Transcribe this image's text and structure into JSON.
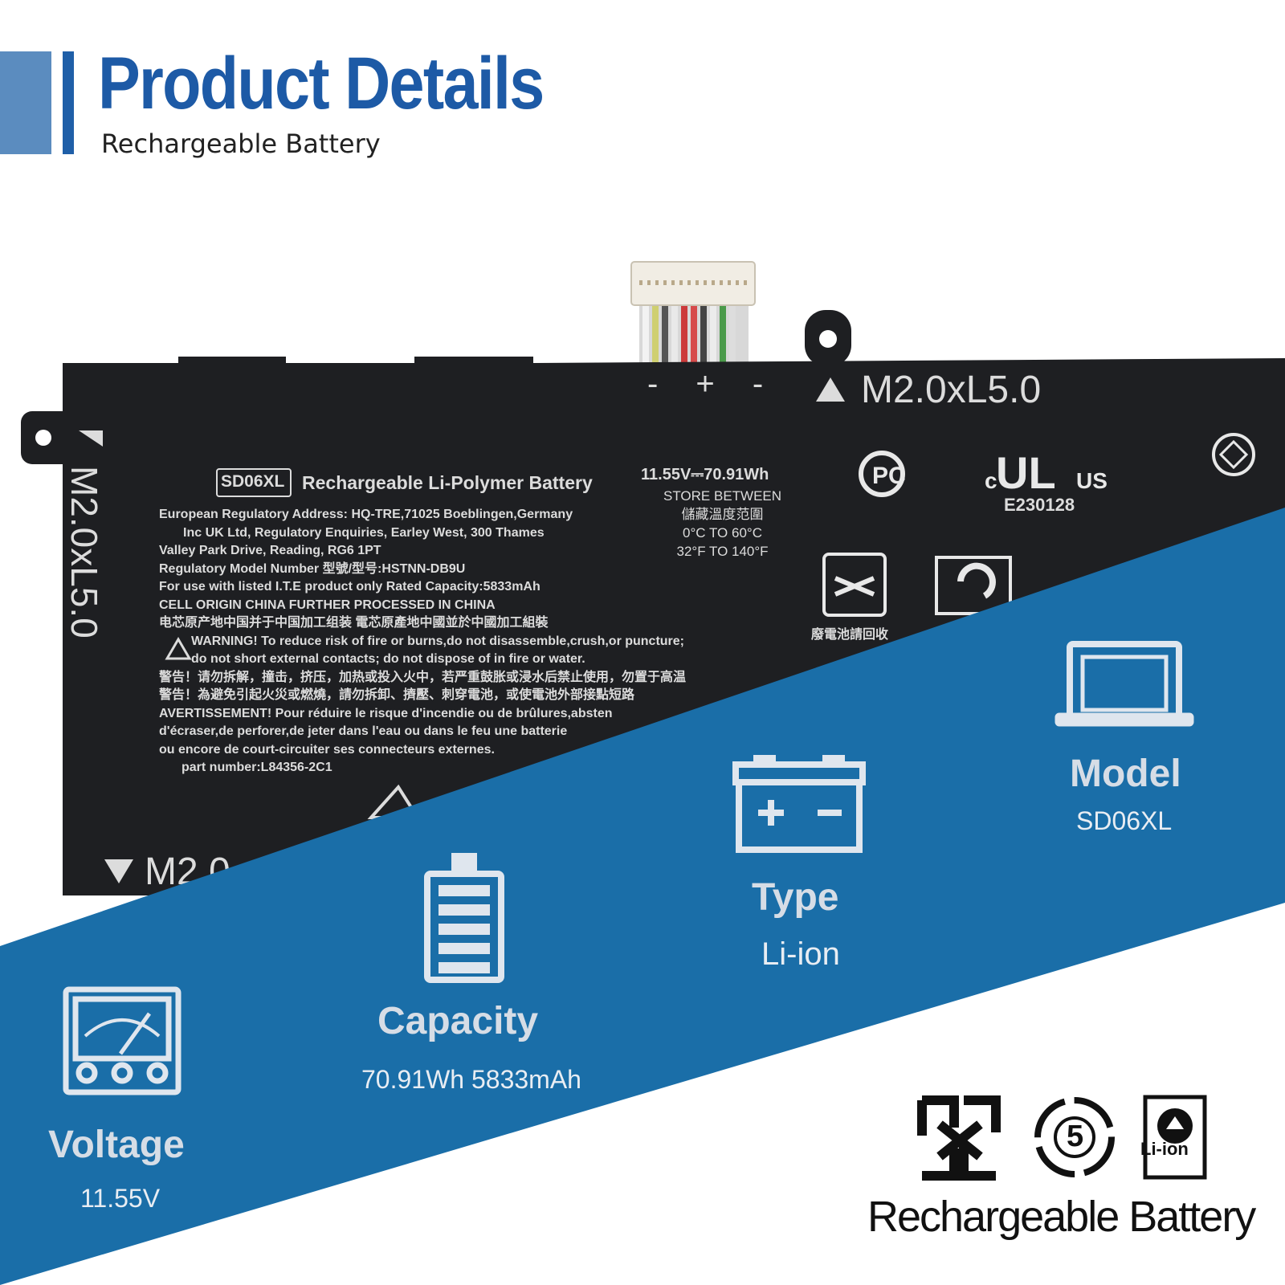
{
  "header": {
    "title": "Product Details",
    "subtitle": "Rechargeable Battery"
  },
  "battery_label": {
    "screw_label": "M2.0xL5.0",
    "screw_label_short": "M2.0",
    "polarity": "- + -",
    "model_box": "SD06XL",
    "description": "Rechargeable Li-Polymer Battery",
    "lines": [
      "European Regulatory Address:      HQ-TRE,71025 Boeblingen,Germany",
      "Inc UK Ltd, Regulatory Enquiries,  Earley West, 300 Thames",
      "Valley Park Drive, Reading, RG6 1PT",
      "Regulatory Model Number 型號/型号:HSTNN-DB9U",
      "For use with listed I.T.E product only      Rated Capacity:5833mAh",
      "CELL ORIGIN CHINA FURTHER PROCESSED IN CHINA",
      "电芯原产地中国并于中国加工组装   電芯原產地中國並於中國加工組裝",
      "WARNING! To reduce risk of fire or burns,do not disassemble,crush,or puncture;",
      "do not short external contacts; do not dispose of in fire or water.",
      "警告！请勿拆解，撞击，挤压，加热或投入火中，若严重鼓胀或浸水后禁止使用，勿置于高温",
      "警告！為避免引起火災或燃燒，請勿拆卸、擠壓、刺穿電池，或使電池外部接點短路",
      "AVERTISSEMENT! Pour réduire le risque d'incendie ou de brûlures,absten",
      "d'écraser,de perforer,de jeter dans l'eau ou dans le feu une batterie",
      "ou encore de court-circuiter ses connecteurs externes.",
      "part number:L84356-2C1"
    ],
    "rating": "11.55V⎓70.91Wh",
    "store_lines": [
      "STORE BETWEEN",
      "儲藏溫度范圍",
      "0°C TO 60°C",
      "32°F TO 140°F"
    ],
    "ul_code": "E230128",
    "recycle_caption": "廢電池請回收"
  },
  "specs": {
    "model": {
      "title": "Model",
      "value": "SD06XL"
    },
    "type": {
      "title": "Type",
      "value": "Li-ion"
    },
    "capacity": {
      "title": "Capacity",
      "value": "70.91Wh 5833mAh"
    },
    "voltage": {
      "title": "Voltage",
      "value": "11.55V"
    }
  },
  "footer": {
    "liion_label": "Li-ion",
    "recycle_number": "5",
    "caption": "Rechargeable Battery"
  },
  "colors": {
    "band": "#1a6ea8",
    "header_blue": "#1d5aa6",
    "battery_black": "#1e1f22"
  }
}
